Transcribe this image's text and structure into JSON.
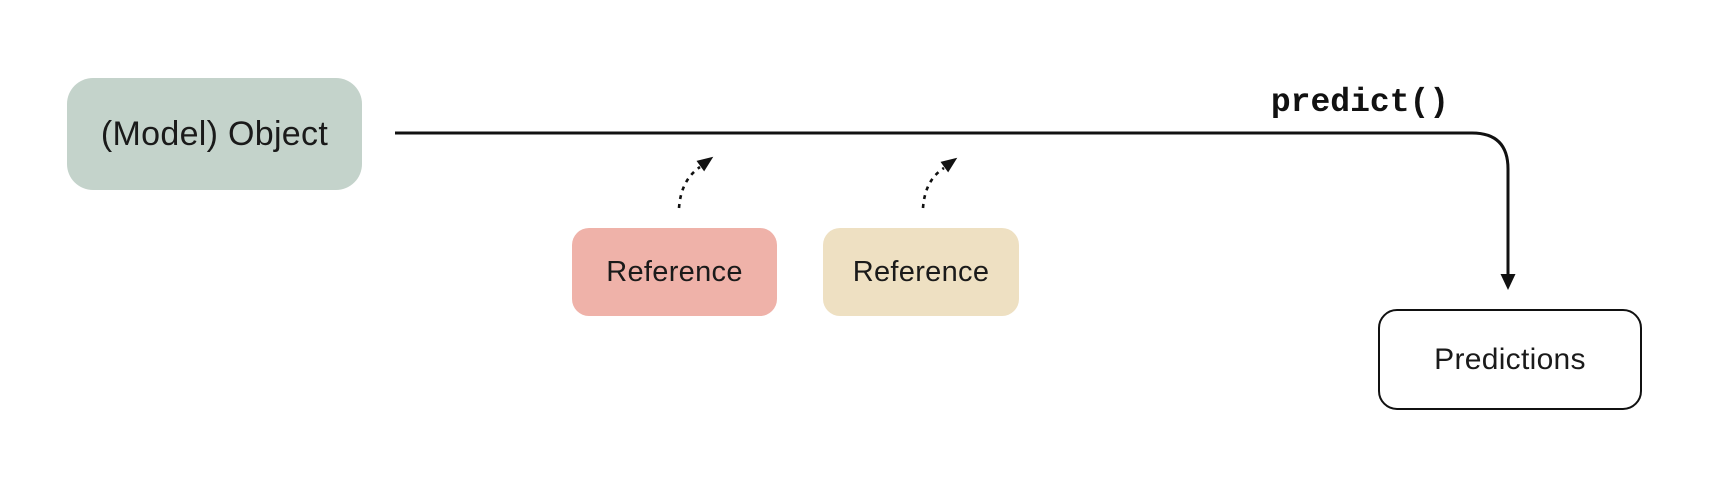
{
  "diagram": {
    "background": "#ffffff",
    "nodes": {
      "model_object": {
        "label": "(Model) Object",
        "fill": "#c4d3cb",
        "text_color": "#1a1a1a"
      },
      "reference_1": {
        "label": "Reference",
        "fill": "#efb2a9",
        "text_color": "#1a1a1a"
      },
      "reference_2": {
        "label": "Reference",
        "fill": "#eee0c2",
        "text_color": "#1a1a1a"
      },
      "predictions": {
        "label": "Predictions",
        "fill": "#ffffff",
        "border_color": "#111111",
        "text_color": "#1a1a1a"
      }
    },
    "edge_labels": {
      "predict_call": "predict()"
    },
    "edges": [
      {
        "name": "model-to-predictions",
        "style": "solid",
        "arrowhead": "filled-triangle-down"
      },
      {
        "name": "reference-1-to-flow",
        "style": "dashed",
        "arrowhead": "filled-triangle-up-right"
      },
      {
        "name": "reference-2-to-flow",
        "style": "dashed",
        "arrowhead": "filled-triangle-up-right"
      }
    ],
    "colors": {
      "line": "#111111",
      "text": "#1a1a1a",
      "background": "#ffffff"
    }
  }
}
